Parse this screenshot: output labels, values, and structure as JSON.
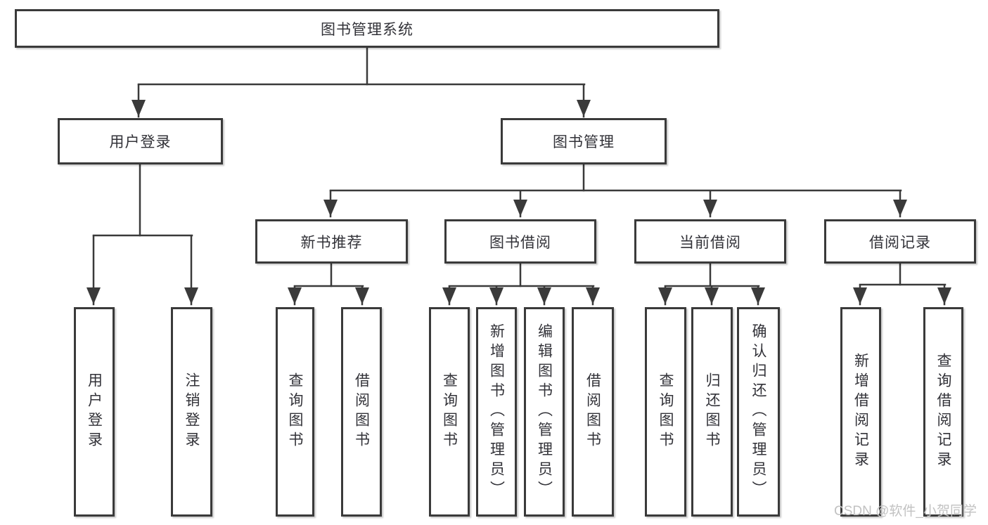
{
  "diagram": {
    "type": "hierarchy",
    "line_color": "#3a3a3a",
    "box_background": "#ffffff",
    "text_color": "#323238",
    "root": {
      "label": "图书管理系统"
    },
    "level2": [
      {
        "label": "用户登录"
      },
      {
        "label": "图书管理"
      }
    ],
    "level3": [
      {
        "label": "新书推荐",
        "parent": "图书管理"
      },
      {
        "label": "图书借阅",
        "parent": "图书管理"
      },
      {
        "label": "当前借阅",
        "parent": "图书管理"
      },
      {
        "label": "借阅记录",
        "parent": "图书管理"
      }
    ],
    "leaves": [
      {
        "label": "用户登录",
        "parent": "用户登录"
      },
      {
        "label": "注销登录",
        "parent": "用户登录"
      },
      {
        "label": "查询图书",
        "parent": "新书推荐"
      },
      {
        "label": "借阅图书",
        "parent": "新书推荐"
      },
      {
        "label": "查询图书",
        "parent": "图书借阅"
      },
      {
        "label": "新增图书（管理员）",
        "parent": "图书借阅"
      },
      {
        "label": "编辑图书（管理员）",
        "parent": "图书借阅"
      },
      {
        "label": "借阅图书",
        "parent": "图书借阅"
      },
      {
        "label": "查询图书",
        "parent": "当前借阅"
      },
      {
        "label": "归还图书",
        "parent": "当前借阅"
      },
      {
        "label": "确认归还（管理员）",
        "parent": "当前借阅"
      },
      {
        "label": "新增借阅记录",
        "parent": "借阅记录"
      },
      {
        "label": "查询借阅记录",
        "parent": "借阅记录"
      }
    ]
  },
  "watermark": {
    "text": "CSDN @软件_小贺同学",
    "color": "#c2c2c2"
  }
}
